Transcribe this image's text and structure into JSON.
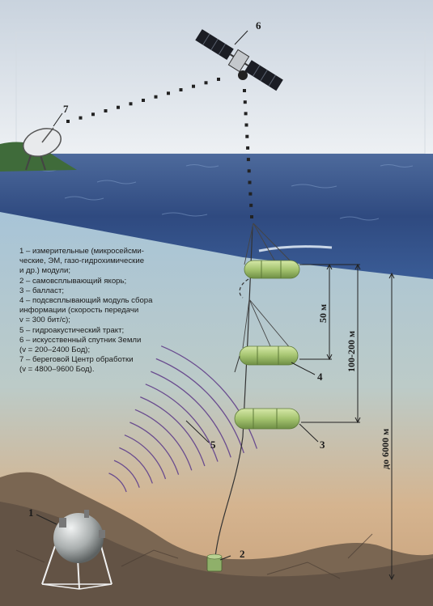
{
  "legend": {
    "lines": [
      "1 – измерительные (микросейсми-",
      "ческие, ЭМ, газо-гидрохимические",
      "и др.) модули;",
      "2 – самовсплывающий якорь;",
      "3 – балласт;",
      "4 – подсвсплывающий модуль сбора",
      "информации (скорость передачи",
      "v = 300 бит/с);",
      "5 – гидроакустический тракт;",
      "6 – искусственный спутник Земли",
      "(v = 200–2400 Бод);",
      "7 – береговой Центр обработки",
      "(v = 4800–9600 Бод)."
    ]
  },
  "callouts": {
    "n1": "1",
    "n2": "2",
    "n3": "3",
    "n4": "4",
    "n5": "5",
    "n6": "6",
    "n7": "7"
  },
  "dimensions": {
    "d50": "50 м",
    "d100": "100-200 м",
    "d6000": "до 6000 м"
  },
  "colors": {
    "sky": "#dfe6ee",
    "sea_surface": "#2f4f86",
    "water_top": "#a9c6d9",
    "water_bottom": "#cbb08c",
    "seabed": "#7d6a58",
    "module_green": "#a9c873",
    "wave_purple": "#6a4c8f"
  }
}
